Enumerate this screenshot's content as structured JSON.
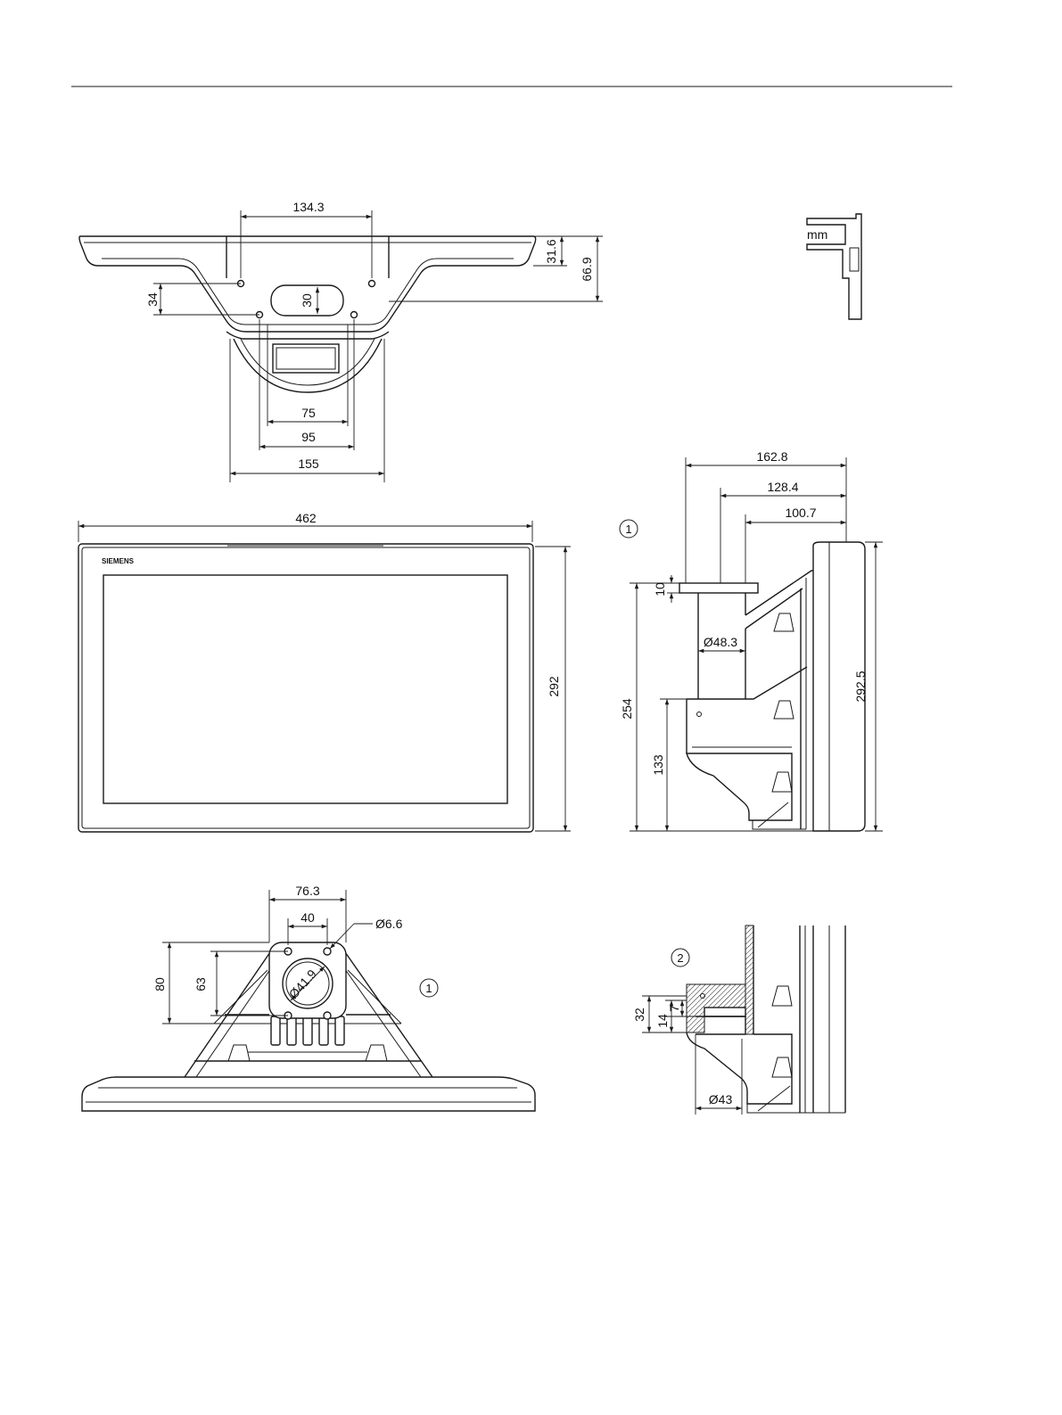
{
  "units_label": "mm",
  "brand_label": "SIEMENS",
  "callouts": {
    "one_front": "1",
    "one_bottom": "1",
    "two": "2"
  },
  "top_view": {
    "hole_pitch": "134.3",
    "flange_depth": "31.6",
    "overall_depth": "66.9",
    "hole_offset": "34",
    "slot_height": "30",
    "inner_width": "75",
    "hole_spacing": "95",
    "base_width": "155"
  },
  "front_view": {
    "width": "462",
    "height": "292"
  },
  "side_view": {
    "depth_total": "162.8",
    "depth_tube": "128.4",
    "depth_flange": "100.7",
    "flange_thickness": "10",
    "tube_diameter": "Ø48.3",
    "mount_height": "254",
    "tube_offset": "133",
    "height_total": "292.5"
  },
  "bottom_view": {
    "flange_width": "76.3",
    "hole_pitch": "40",
    "hole_diameter": "Ø6.6",
    "flange_height": "80",
    "hole_pitch_vertical": "63",
    "bore_diameter": "Ø41.9"
  },
  "detail_view": {
    "height_32": "32",
    "height_14": "14",
    "height_7": "7",
    "diameter": "Ø43"
  }
}
